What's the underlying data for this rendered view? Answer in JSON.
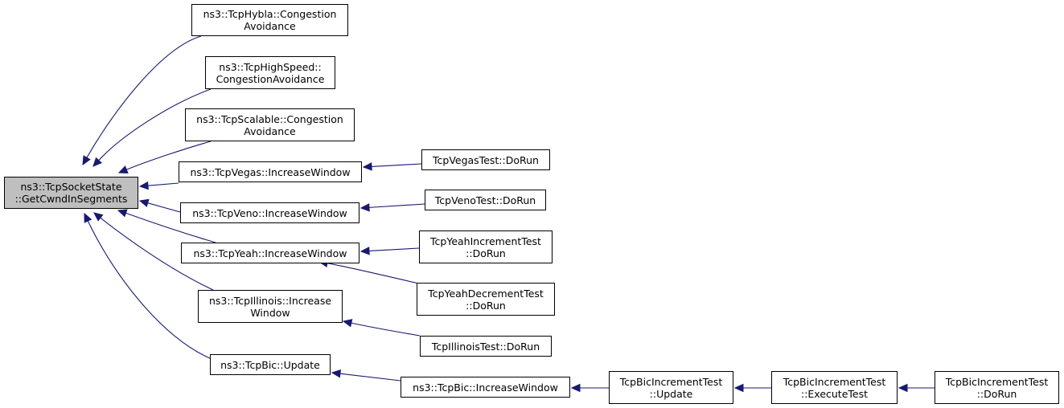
{
  "colors": {
    "edge": "#191970",
    "root_fill": "#bfbfbf",
    "node_fill": "#ffffff",
    "border": "#000000"
  },
  "nodes": [
    {
      "id": "root",
      "lines": [
        "ns3::TcpSocketState",
        "::GetCwndInSegments"
      ],
      "root": true
    },
    {
      "id": "hybla",
      "lines": [
        "ns3::TcpHybla::Congestion",
        "Avoidance"
      ]
    },
    {
      "id": "highspeed",
      "lines": [
        "ns3::TcpHighSpeed::",
        "CongestionAvoidance"
      ]
    },
    {
      "id": "scalable",
      "lines": [
        "ns3::TcpScalable::Congestion",
        "Avoidance"
      ]
    },
    {
      "id": "vegas",
      "lines": [
        "ns3::TcpVegas::IncreaseWindow"
      ]
    },
    {
      "id": "veno",
      "lines": [
        "ns3::TcpVeno::IncreaseWindow"
      ]
    },
    {
      "id": "yeah",
      "lines": [
        "ns3::TcpYeah::IncreaseWindow"
      ]
    },
    {
      "id": "illinois",
      "lines": [
        "ns3::TcpIllinois::Increase",
        "Window"
      ]
    },
    {
      "id": "bicupdate",
      "lines": [
        "ns3::TcpBic::Update"
      ]
    },
    {
      "id": "vegastest",
      "lines": [
        "TcpVegasTest::DoRun"
      ]
    },
    {
      "id": "venotest",
      "lines": [
        "TcpVenoTest::DoRun"
      ]
    },
    {
      "id": "yeahinc",
      "lines": [
        "TcpYeahIncrementTest",
        "::DoRun"
      ]
    },
    {
      "id": "yeahdec",
      "lines": [
        "TcpYeahDecrementTest",
        "::DoRun"
      ]
    },
    {
      "id": "illinoistest",
      "lines": [
        "TcpIllinoisTest::DoRun"
      ]
    },
    {
      "id": "bicincwin",
      "lines": [
        "ns3::TcpBic::IncreaseWindow"
      ]
    },
    {
      "id": "bicincupdate",
      "lines": [
        "TcpBicIncrementTest",
        "::Update"
      ]
    },
    {
      "id": "bicincexec",
      "lines": [
        "TcpBicIncrementTest",
        "::ExecuteTest"
      ]
    },
    {
      "id": "bicincrun",
      "lines": [
        "TcpBicIncrementTest",
        "::DoRun"
      ]
    }
  ],
  "edges": [
    {
      "from": "hybla",
      "to": "root"
    },
    {
      "from": "highspeed",
      "to": "root"
    },
    {
      "from": "scalable",
      "to": "root"
    },
    {
      "from": "vegas",
      "to": "root"
    },
    {
      "from": "veno",
      "to": "root"
    },
    {
      "from": "yeah",
      "to": "root"
    },
    {
      "from": "illinois",
      "to": "root"
    },
    {
      "from": "bicupdate",
      "to": "root"
    },
    {
      "from": "vegastest",
      "to": "vegas"
    },
    {
      "from": "venotest",
      "to": "veno"
    },
    {
      "from": "yeahinc",
      "to": "yeah"
    },
    {
      "from": "yeahdec",
      "to": "yeah"
    },
    {
      "from": "illinoistest",
      "to": "illinois"
    },
    {
      "from": "bicincwin",
      "to": "bicupdate"
    },
    {
      "from": "bicincupdate",
      "to": "bicincwin"
    },
    {
      "from": "bicincexec",
      "to": "bicincupdate"
    },
    {
      "from": "bicincrun",
      "to": "bicincexec"
    }
  ]
}
